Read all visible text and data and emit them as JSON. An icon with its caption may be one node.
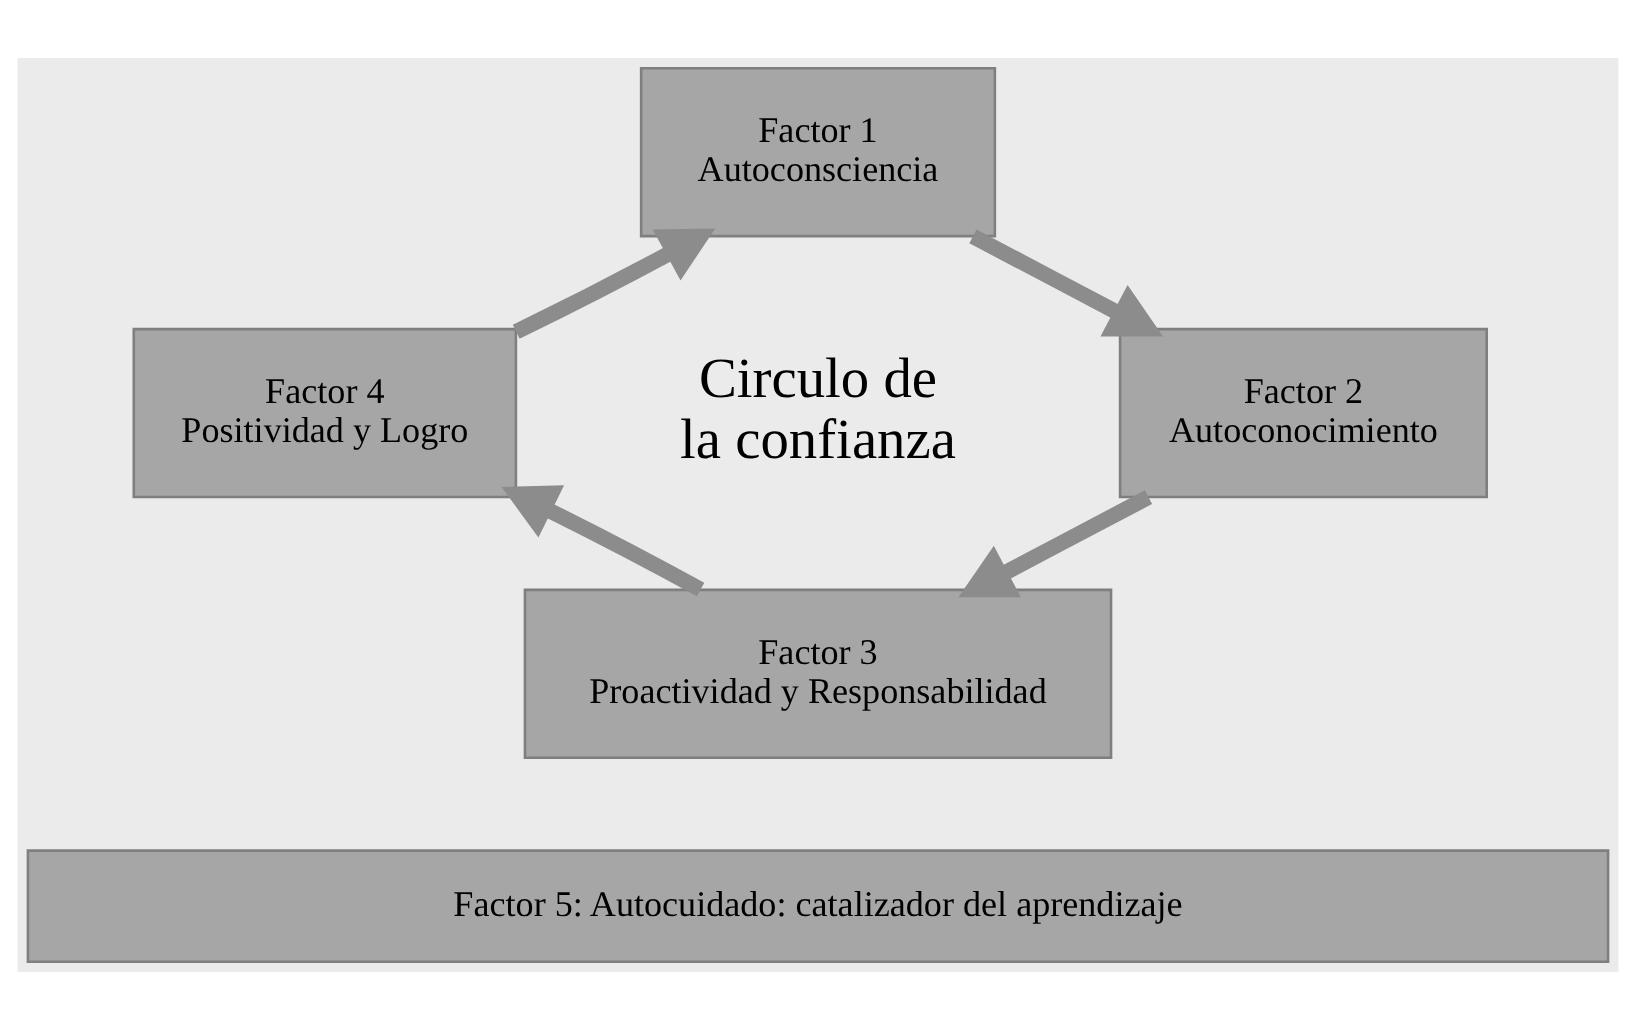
{
  "diagram": {
    "nodes": [
      {
        "text": [
          "Factor 1",
          "Autoconsciencia"
        ]
      },
      {
        "text": [
          "Factor 2",
          "Autoconocimiento"
        ]
      },
      {
        "text": [
          "Factor 3",
          "Proactividad y Responsabilidad"
        ]
      },
      {
        "text": [
          "Factor 4",
          "Positividad y Logro"
        ]
      },
      {
        "text": [
          "Factor 5: Autocuidado: catalizador del aprendizaje"
        ]
      }
    ],
    "edges": [
      {
        "from": 0,
        "to": 1,
        "arrow": "to"
      },
      {
        "from": 1,
        "to": 2,
        "arrow": "to"
      },
      {
        "from": 2,
        "to": 3,
        "arrow": "to"
      },
      {
        "from": 3,
        "to": 0,
        "arrow": "to"
      }
    ],
    "labels": [
      "Circulo de la confianza"
    ]
  }
}
